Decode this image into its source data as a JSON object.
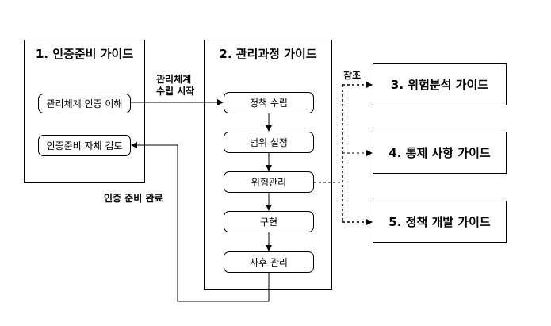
{
  "prep_guide": {
    "title": "1. 인증준비 가이드",
    "items": [
      "관리체계 인증 이해",
      "인증준비 자체 검토"
    ]
  },
  "process_guide": {
    "title": "2. 관리과정 가이드",
    "steps": [
      "정책 수립",
      "범위 설정",
      "위험관리",
      "구현",
      "사후 관리"
    ]
  },
  "labels": {
    "start": [
      "관리체계",
      "수립 시작"
    ],
    "ref": "참조",
    "prep_done": "인증 준비 완료"
  },
  "ref_guides": [
    "3. 위험분석 가이드",
    "4. 통제 사항 가이드",
    "5. 정책 개발 가이드"
  ]
}
